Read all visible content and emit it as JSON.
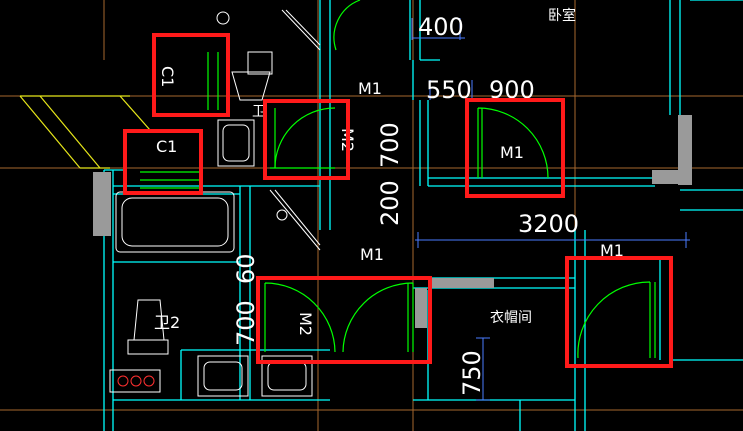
{
  "labels": {
    "bedroom": "卧室",
    "bathroom_1": "卫",
    "bathroom_2": "卫2",
    "cloakroom": "衣帽间"
  },
  "dimensions": {
    "d400": "400",
    "d550": "550",
    "d900": "900",
    "d700_left": "700",
    "d200": "200",
    "d3200": "3200",
    "d60": "60",
    "d700_lower": "700",
    "d750": "750"
  },
  "door_tags": {
    "m1_top": "M1",
    "m2_upper": "M2",
    "m1_right_box": "M1",
    "m1_mid": "M1",
    "m2_lower": "M2",
    "m1_far_right": "M1"
  },
  "window_tags": {
    "c1_upper": "C1",
    "c1_lower": "C1"
  },
  "colors": {
    "background": "#000000",
    "wall_cyan": "#00ffff",
    "door_green": "#00ff00",
    "highlight_red": "#ff1a1a",
    "fixture_white": "#ffffff",
    "grid_orange": "#b87333",
    "wall_fill": "#9a9a9a",
    "outline_yellow": "#e6e61a",
    "dim_line_blue": "#4a7cff"
  }
}
